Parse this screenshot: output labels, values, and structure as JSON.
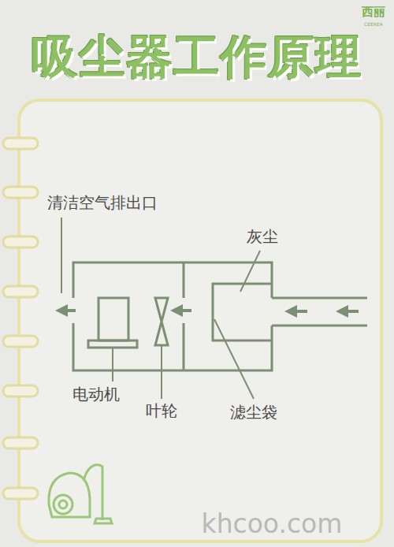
{
  "diagram": {
    "title": "吸尘器工作原理",
    "labels": [
      "西丽",
      "CEEREA",
      "清洁空气排出口",
      "灰尘",
      "电动机",
      "叶轮",
      "滤尘袋",
      "khcoo.com"
    ]
  }
}
